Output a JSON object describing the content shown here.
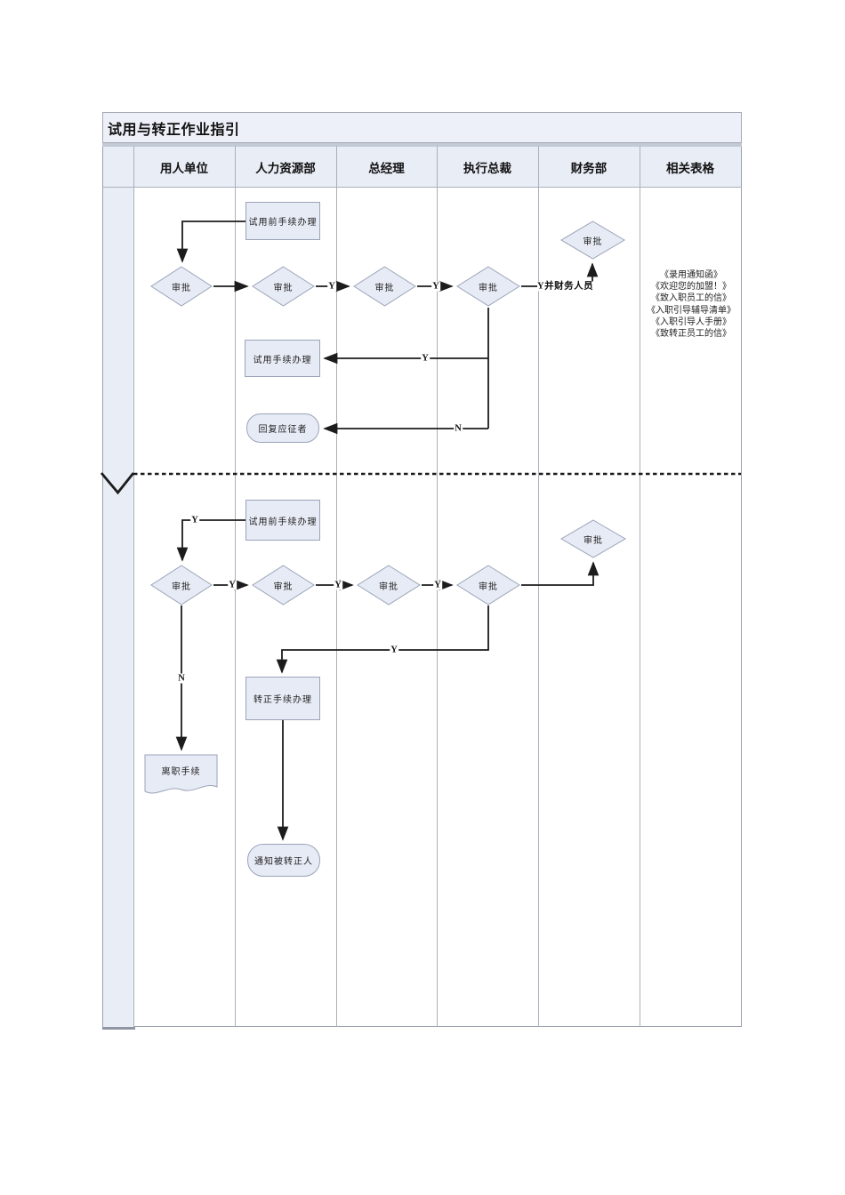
{
  "window": {
    "title": "试用与转正作业指引"
  },
  "header": {
    "columns": [
      "用人单位",
      "人力资源部",
      "总经理",
      "执行总裁",
      "财务部",
      "相关表格"
    ]
  },
  "flow": {
    "approve_label": "审批",
    "yes": "Y",
    "no": "N",
    "section1": {
      "pre_trial_box": "试用前手续办理",
      "trial_box": "试用手续办理",
      "reply_box": "回复应征者",
      "y_finance_label": "Y并财务人员"
    },
    "section2": {
      "pre_trial_box": "试用前手续办理",
      "regular_box": "转正手续办理",
      "resign_box": "离职手续",
      "notify_box": "通知被转正人"
    },
    "forms": [
      "《录用通知函》",
      "《欢迎您的加盟！》",
      "《致入职员工的信》",
      "《入职引导辅导清单》",
      "《入职引导人手册》",
      "《致转正员工的信》"
    ]
  },
  "colors": {
    "panel_bg": "#e9edf6",
    "title_bg": "#edf0f8",
    "shape_fill": "#e7ebf5",
    "shape_border": "#9aa3b8",
    "grid_line": "#aab0ba",
    "flow_line": "#1c1c1c"
  }
}
